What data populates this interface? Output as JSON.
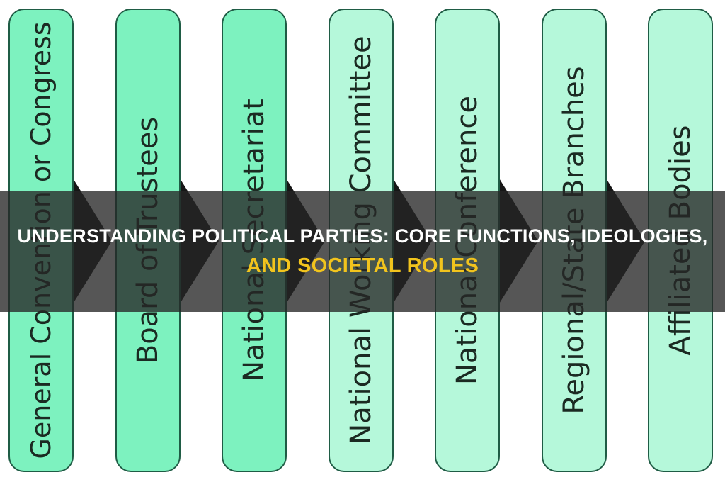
{
  "colors": {
    "box_fill_dark": "#7df2bf",
    "box_fill_light": "#b5f8da",
    "box_border": "#1f5c45",
    "arrow": "#161616",
    "banner": "#262626",
    "title_primary": "#ffffff",
    "title_accent": "#f2c41d"
  },
  "diagram": {
    "boxes": [
      {
        "label": "General Convention or Congress",
        "shade": "dark"
      },
      {
        "label": "Board of Trustees",
        "shade": "dark"
      },
      {
        "label": "National Secretariat",
        "shade": "dark"
      },
      {
        "label": "National Working Committee",
        "shade": "light"
      },
      {
        "label": "National Conference",
        "shade": "light"
      },
      {
        "label": "Regional/State Branches",
        "shade": "light"
      },
      {
        "label": "Affiliated Bodies",
        "shade": "light"
      }
    ]
  },
  "banner": {
    "line1": "UNDERSTANDING POLITICAL PARTIES: CORE FUNCTIONS, IDEOLOGIES,",
    "line2": "AND SOCIETAL ROLES"
  }
}
